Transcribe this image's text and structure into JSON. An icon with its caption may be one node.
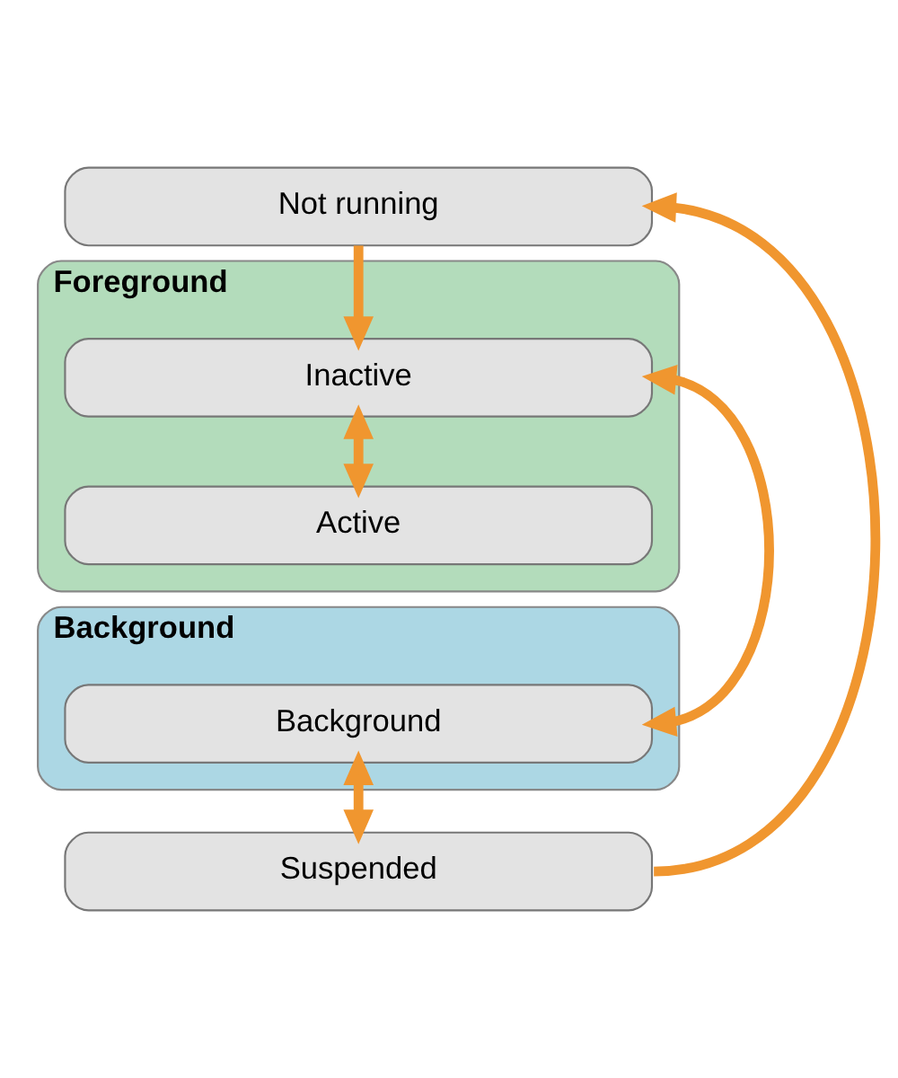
{
  "diagram": {
    "nodes": [
      {
        "text": [
          "Not running"
        ]
      },
      {
        "text": [
          "Foreground"
        ]
      },
      {
        "text": [
          "Inactive"
        ],
        "in": 1
      },
      {
        "text": [
          "Active"
        ],
        "in": 1
      },
      {
        "text": [
          "Background"
        ]
      },
      {
        "text": [
          "Background"
        ],
        "in": 4
      },
      {
        "text": [
          "Suspended"
        ]
      }
    ],
    "edges": [
      {
        "from": 0,
        "to": 2,
        "arrow": "to"
      },
      {
        "from": 2,
        "to": 3,
        "arrow": "both"
      },
      {
        "from": 2,
        "to": 5,
        "arrow": "both"
      },
      {
        "from": 5,
        "to": 6,
        "arrow": "both"
      },
      {
        "from": 6,
        "to": 0,
        "arrow": "to"
      }
    ]
  }
}
